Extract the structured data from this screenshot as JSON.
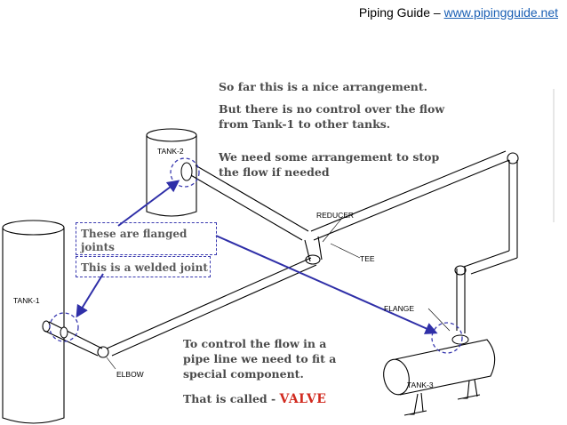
{
  "header": {
    "prefix": "Piping Guide – ",
    "link_text": "www.pipingguide.net"
  },
  "notes": {
    "nice_arrangement": "So far this is a nice arrangement.",
    "no_control": "But there is no control over the flow from Tank-1 to other tanks.",
    "need_arrangement": "We need some arrangement to stop the flow if needed",
    "to_control": "To control the flow in a pipe line we need to fit a special component.",
    "called_prefix": "That is called - ",
    "valve": "VALVE"
  },
  "callouts": {
    "flanged": "These are flanged joints",
    "welded": "This is a welded joint"
  },
  "labels": {
    "tank1": "TANK-1",
    "tank2": "TANK-2",
    "tank3": "TANK-3",
    "reducer": "REDUCER",
    "tee": "TEE",
    "flange": "FLANGE",
    "elbow": "ELBOW"
  },
  "colors": {
    "arrow": "#2f2fa8",
    "valve_text": "#d12a1f",
    "link": "#1a5fb4"
  }
}
